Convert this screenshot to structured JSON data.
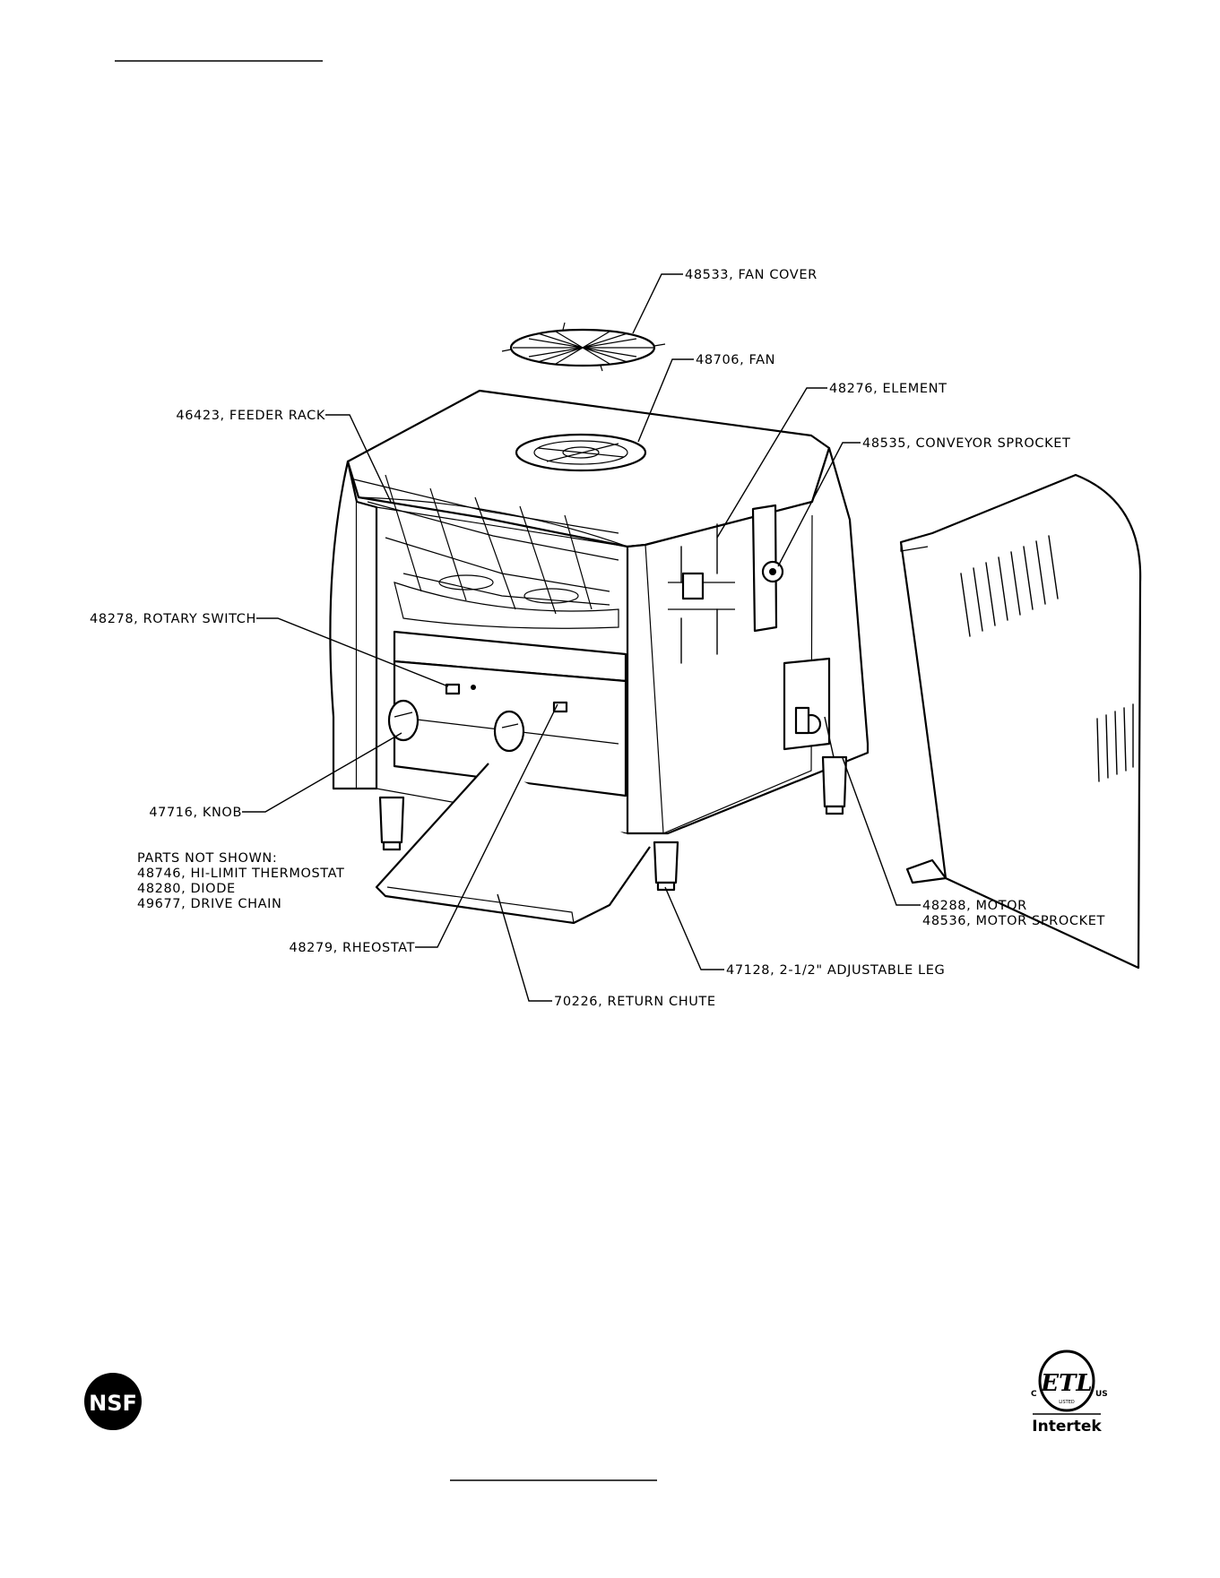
{
  "callouts": {
    "fan_cover": "48533, FAN COVER",
    "fan": "48706, FAN",
    "element": "48276, ELEMENT",
    "conveyor_sprocket": "48535, CONVEYOR SPROCKET",
    "feeder_rack": "46423, FEEDER RACK",
    "rotary_switch": "48278, ROTARY SWITCH",
    "knob": "47716, KNOB",
    "motor": "48288, MOTOR",
    "motor_sprocket": "48536, MOTOR SPROCKET",
    "rheostat": "48279, RHEOSTAT",
    "adjustable_leg": "47128, 2-1/2\" ADJUSTABLE LEG",
    "return_chute": "70226, RETURN CHUTE"
  },
  "parts_not_shown": {
    "heading": "PARTS NOT SHOWN:",
    "items": [
      "48746, HI-LIMIT THERMOSTAT",
      "48280, DIODE",
      "49677, DRIVE CHAIN"
    ]
  },
  "logos": {
    "nsf": "NSF",
    "etl": "ETL",
    "etl_c": "C",
    "etl_us": "US",
    "etl_listed": "LISTED",
    "intertek": "Intertek"
  }
}
